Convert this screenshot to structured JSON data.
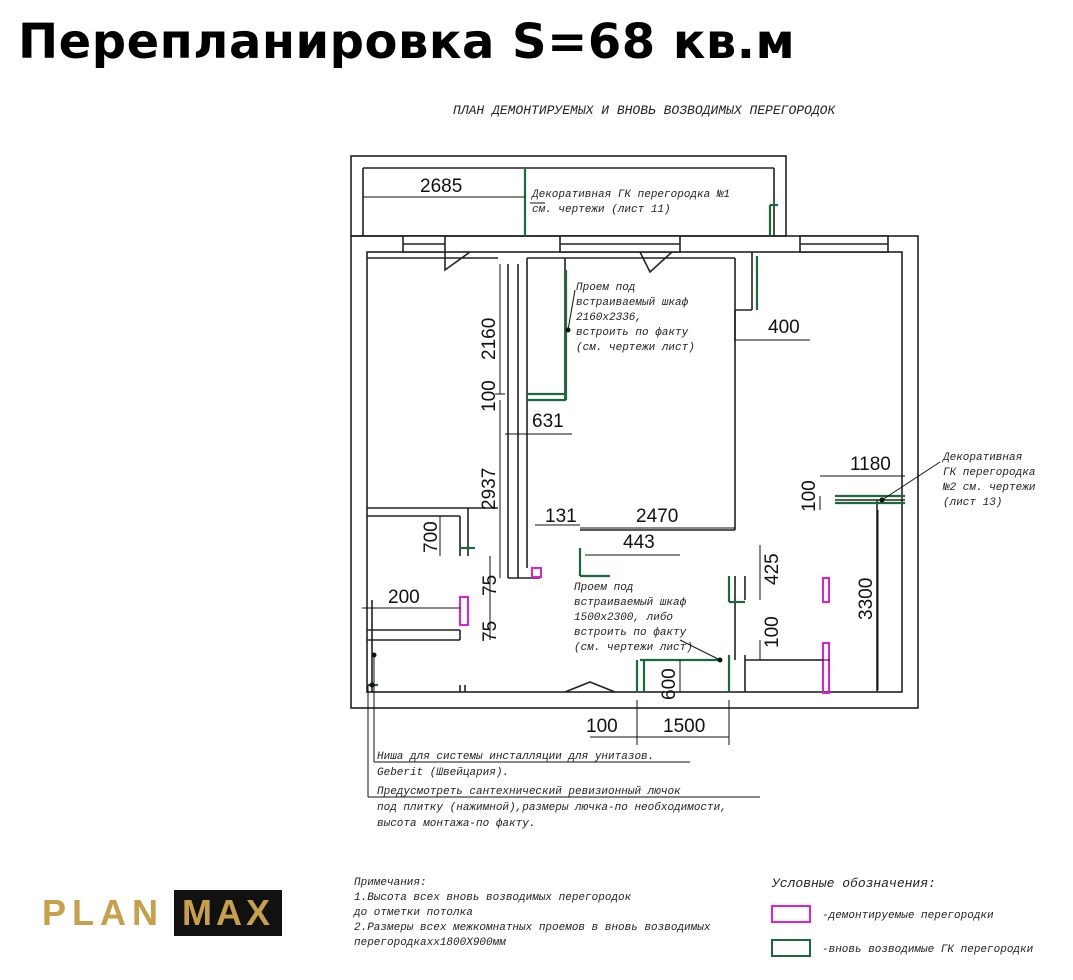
{
  "title": "Перепланировка S=68 кв.м",
  "subtitle": "ПЛАН ДЕМОНТИРУЕМЫХ И ВНОВЬ ВОЗВОДИМЫХ ПЕРЕГОРОДОК",
  "colors": {
    "wall": "#222222",
    "demolished": "#e020d0",
    "new_partition": "#1a6b3a",
    "logo_gold": "#c9a04a",
    "logo_dark": "#111111"
  },
  "dimensions": {
    "d2685": "2685",
    "d2160": "2160",
    "d100a": "100",
    "d631": "631",
    "d2937": "2937",
    "d400": "400",
    "d1180": "1180",
    "d100b": "100",
    "d131": "131",
    "d2470": "2470",
    "d443": "443",
    "d700": "700",
    "d75a": "75",
    "d75b": "75",
    "d200": "200",
    "d425": "425",
    "d100c": "100",
    "d3300": "3300",
    "d600": "600",
    "d100d": "100",
    "d1500": "1500"
  },
  "annotations": {
    "partition1": [
      "Декоративная ГК перегородка №1",
      "см. чертежи (лист 11)"
    ],
    "closet1": [
      "Проем под",
      "встраиваемый шкаф",
      "2160х2336,",
      "встроить по факту",
      "(см. чертежи лист)"
    ],
    "partition2": [
      "Декоративная",
      "ГК перегородка",
      "№2 см. чертежи",
      "(лист 13)"
    ],
    "closet2": [
      "Проем под",
      "встраиваемый шкаф",
      "1500х2300, либо",
      "встроить по факту",
      "(см. чертежи лист)"
    ],
    "geberit": [
      "Ниша для системы инсталляции для унитазов.",
      "Geberit (Швейцария)."
    ],
    "hatch": [
      "Предусмотреть сантехнический ревизионный лючок",
      "под плитку (нажимной),размеры лючка-по необходимости,",
      "высота монтажа-по факту."
    ]
  },
  "notes": {
    "heading": "Примечания:",
    "lines": [
      "1.Высота всех вновь возводимых  перегородок",
      "до отметки потолка",
      "2.Размеры всех межкомнатных проемов в вновь возводимых",
      "перегородкахх1800Х900мм"
    ]
  },
  "legend": {
    "heading": "Условные обозначения:",
    "demolished": "-демонтируемые перегородки",
    "new": "-вновь возводимые ГК перегородки"
  },
  "logo": {
    "part1": "PLAN",
    "part2": "MAX"
  }
}
